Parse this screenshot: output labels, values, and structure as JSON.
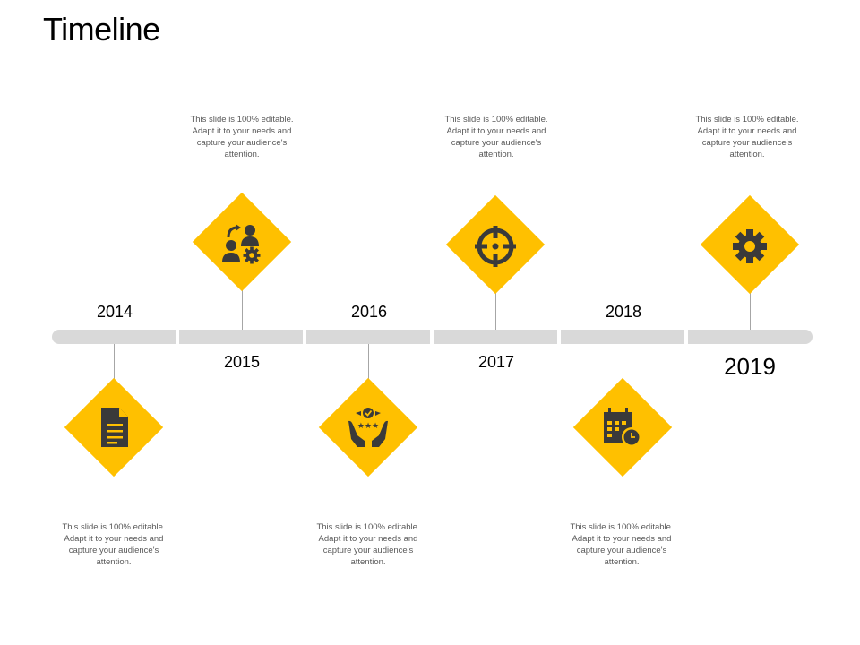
{
  "title": "Timeline",
  "colors": {
    "accent": "#ffc000",
    "icon": "#3a3a3a",
    "bar": "#d9d9d9",
    "connector": "#a6a6a6",
    "text": "#595959"
  },
  "milestones": [
    {
      "year": "2014",
      "icon": "document-icon",
      "description": "This slide is 100% editable.  Adapt it to your needs and capture your audience's attention."
    },
    {
      "year": "2015",
      "icon": "people-gear-icon",
      "description": "This slide is 100% editable.  Adapt it to your needs and capture your audience's attention."
    },
    {
      "year": "2016",
      "icon": "hands-stars-icon",
      "description": "This slide is 100% editable.  Adapt it to your needs and capture your audience's attention."
    },
    {
      "year": "2017",
      "icon": "target-icon",
      "description": "This slide is 100% editable.  Adapt it to your needs and capture your audience's attention."
    },
    {
      "year": "2018",
      "icon": "calendar-clock-icon",
      "description": "This slide is 100% editable.  Adapt it to your needs and capture your audience's attention."
    },
    {
      "year": "2019",
      "icon": "gear-icon",
      "description": "This slide is 100% editable.  Adapt it to your needs and capture your audience's attention."
    }
  ]
}
